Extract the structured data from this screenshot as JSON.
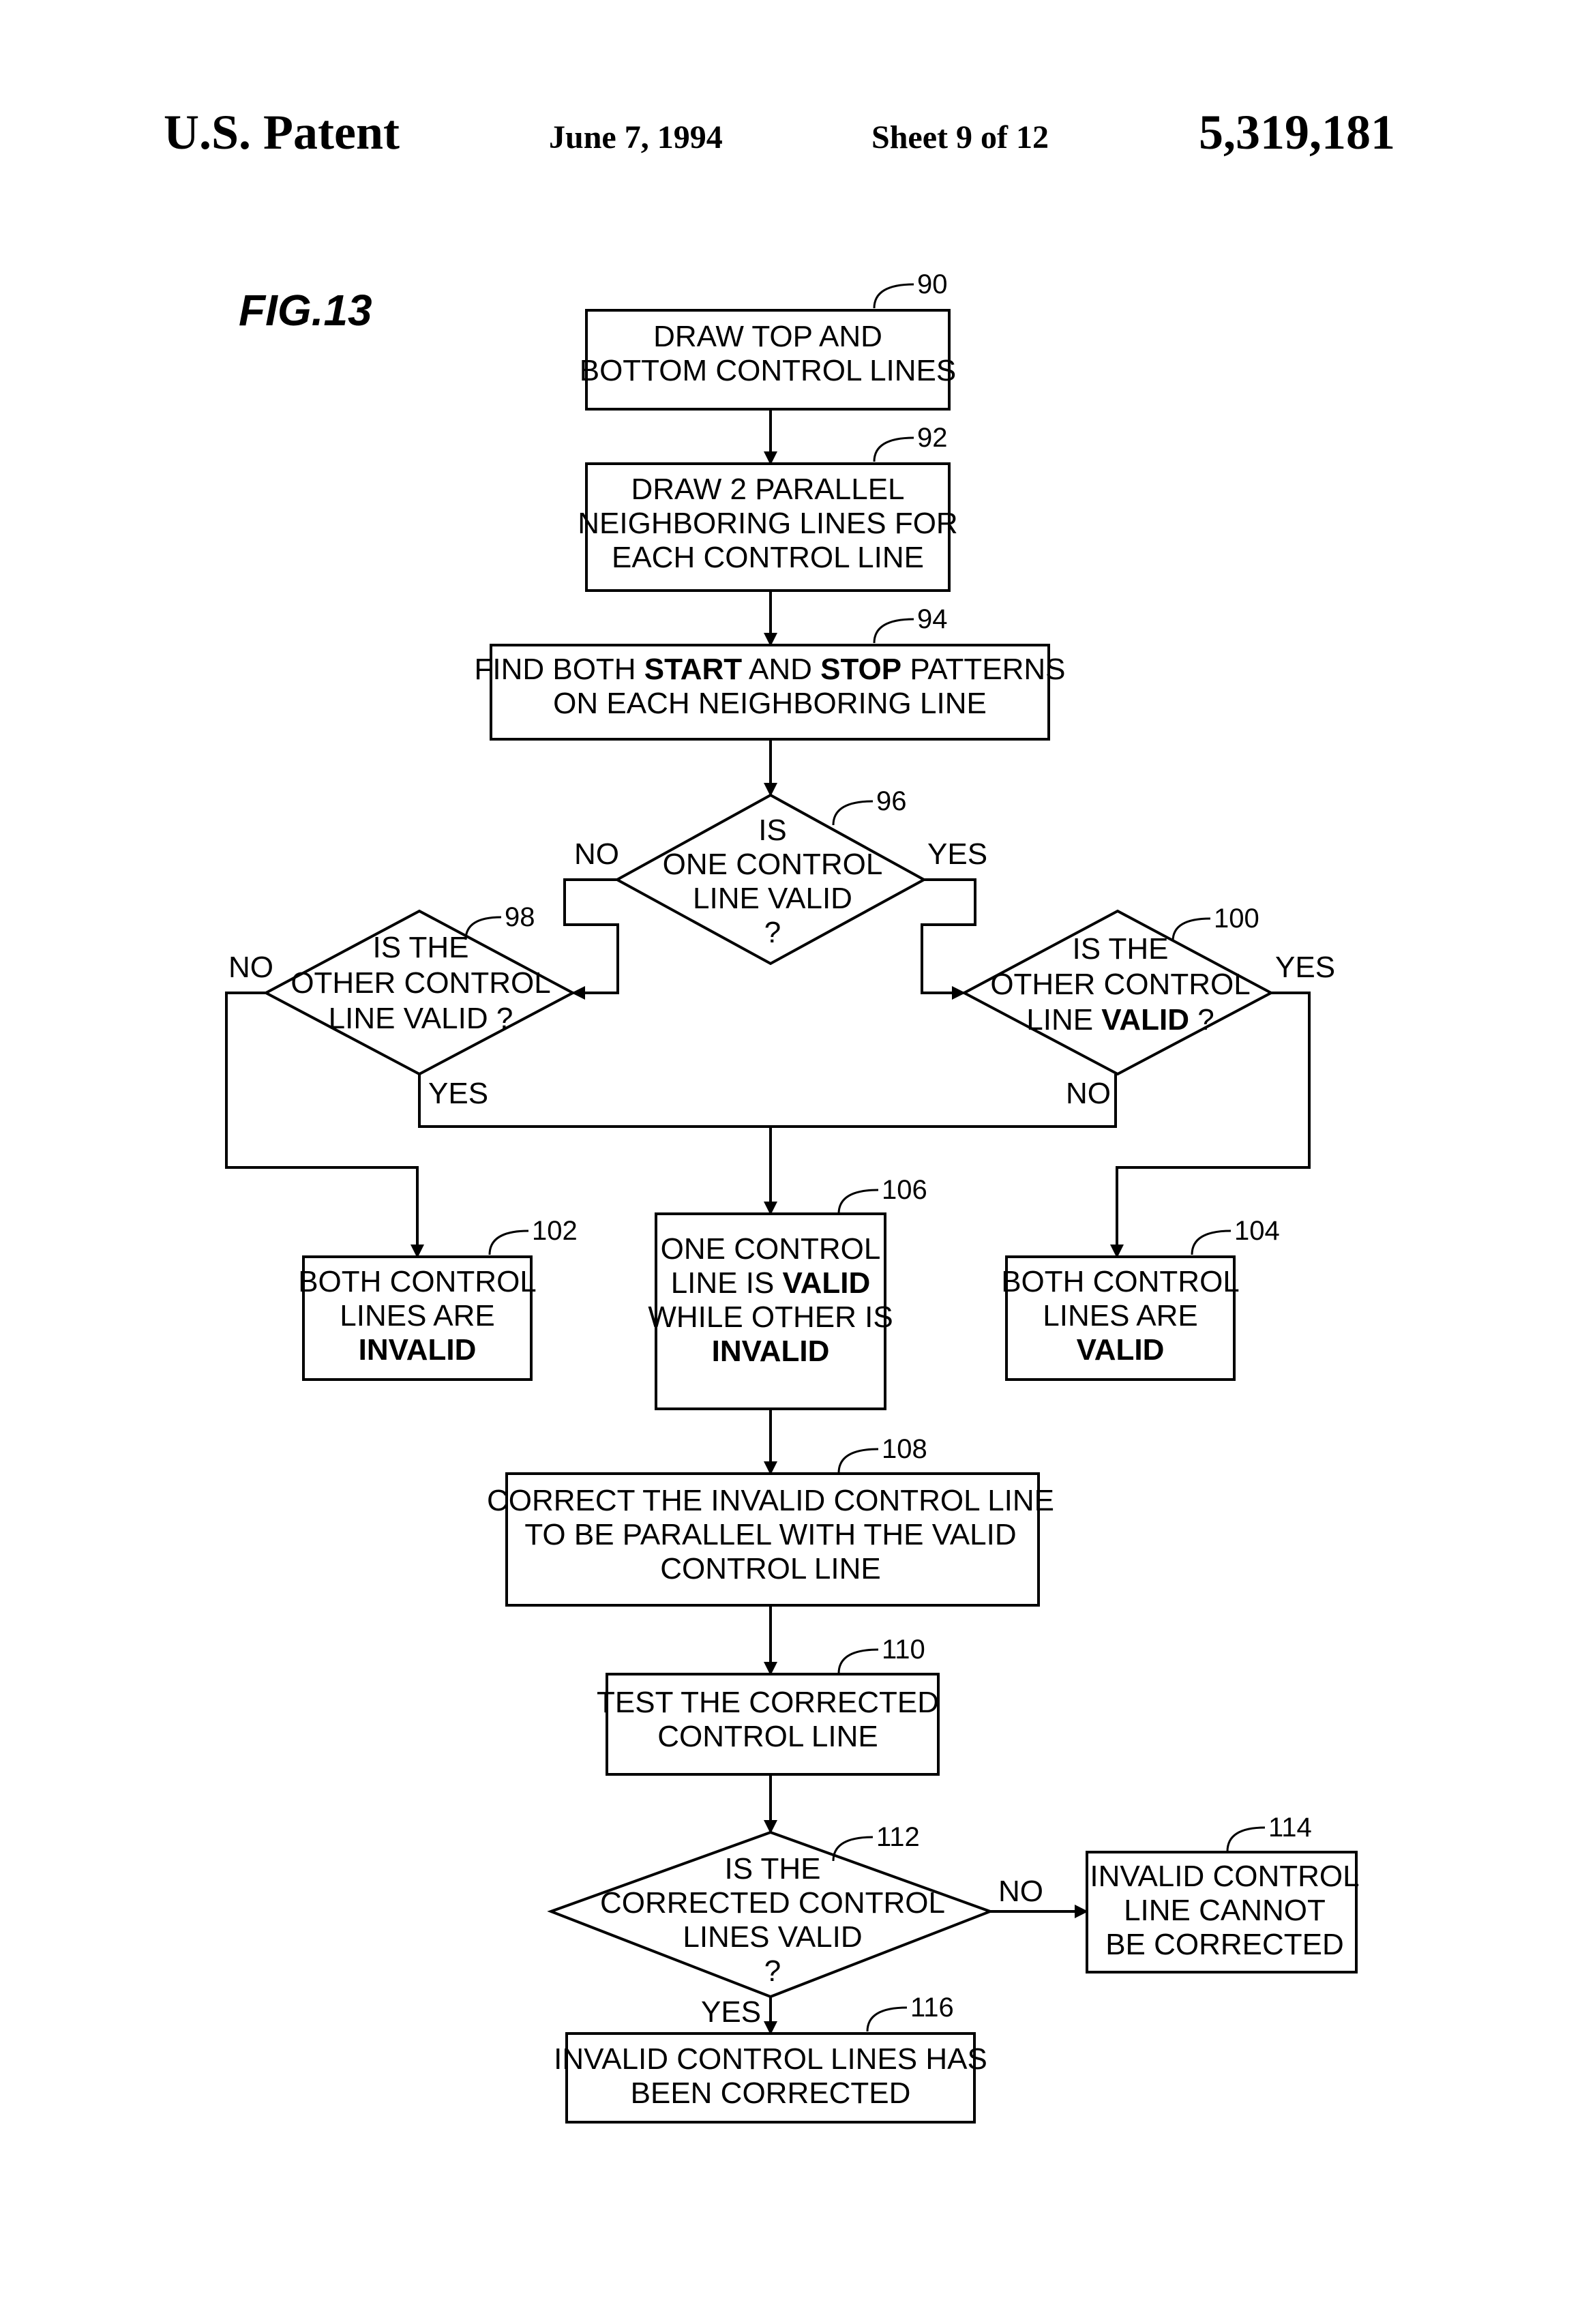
{
  "header": {
    "left": "U.S. Patent",
    "date": "June 7, 1994",
    "sheet": "Sheet 9 of 12",
    "patent_number": "5,319,181"
  },
  "figure_label": "FIG.13",
  "nodes": {
    "n90": {
      "ref": "90",
      "lines": [
        [
          [
            "DRAW TOP AND",
            false
          ]
        ],
        [
          [
            "BOTTOM CONTROL LINES",
            false
          ]
        ]
      ]
    },
    "n92": {
      "ref": "92",
      "lines": [
        [
          [
            "DRAW 2 PARALLEL",
            false
          ]
        ],
        [
          [
            "NEIGHBORING LINES FOR",
            false
          ]
        ],
        [
          [
            "EACH CONTROL LINE",
            false
          ]
        ]
      ]
    },
    "n94": {
      "ref": "94",
      "lines": [
        [
          [
            "FIND BOTH ",
            false
          ],
          [
            "START",
            true
          ],
          [
            " AND ",
            false
          ],
          [
            "STOP",
            true
          ],
          [
            " PATTERNS",
            false
          ]
        ],
        [
          [
            "ON EACH NEIGHBORING LINE",
            false
          ]
        ]
      ]
    },
    "n96": {
      "ref": "96",
      "lines": [
        [
          [
            "IS",
            false
          ]
        ],
        [
          [
            "ONE CONTROL",
            false
          ]
        ],
        [
          [
            "LINE VALID",
            false
          ]
        ],
        [
          [
            "?",
            false
          ]
        ]
      ]
    },
    "n98": {
      "ref": "98",
      "lines": [
        [
          [
            "IS THE",
            false
          ]
        ],
        [
          [
            "OTHER CONTROL",
            false
          ]
        ],
        [
          [
            "LINE VALID ?",
            false
          ]
        ]
      ]
    },
    "n100": {
      "ref": "100",
      "lines": [
        [
          [
            "IS THE",
            false
          ]
        ],
        [
          [
            "OTHER CONTROL",
            false
          ]
        ],
        [
          [
            "LINE ",
            false
          ],
          [
            "VALID",
            true
          ],
          [
            " ?",
            false
          ]
        ]
      ]
    },
    "n102": {
      "ref": "102",
      "lines": [
        [
          [
            "BOTH CONTROL",
            false
          ]
        ],
        [
          [
            "LINES ARE",
            false
          ]
        ],
        [
          [
            "INVALID",
            true
          ]
        ]
      ]
    },
    "n104": {
      "ref": "104",
      "lines": [
        [
          [
            "BOTH CONTROL",
            false
          ]
        ],
        [
          [
            "LINES ARE",
            false
          ]
        ],
        [
          [
            "VALID",
            true
          ]
        ]
      ]
    },
    "n106": {
      "ref": "106",
      "lines": [
        [
          [
            "ONE CONTROL",
            false
          ]
        ],
        [
          [
            "LINE IS ",
            false
          ],
          [
            "VALID",
            true
          ]
        ],
        [
          [
            "WHILE OTHER IS",
            false
          ]
        ],
        [
          [
            "INVALID",
            true
          ]
        ]
      ]
    },
    "n108": {
      "ref": "108",
      "lines": [
        [
          [
            "CORRECT THE INVALID CONTROL LINE",
            false
          ]
        ],
        [
          [
            "TO BE PARALLEL WITH THE VALID",
            false
          ]
        ],
        [
          [
            "CONTROL LINE",
            false
          ]
        ]
      ]
    },
    "n110": {
      "ref": "110",
      "lines": [
        [
          [
            "TEST THE CORRECTED",
            false
          ]
        ],
        [
          [
            "CONTROL LINE",
            false
          ]
        ]
      ]
    },
    "n112": {
      "ref": "112",
      "lines": [
        [
          [
            "IS THE",
            false
          ]
        ],
        [
          [
            "CORRECTED CONTROL",
            false
          ]
        ],
        [
          [
            "LINES VALID",
            false
          ]
        ],
        [
          [
            "?",
            false
          ]
        ]
      ]
    },
    "n114": {
      "ref": "114",
      "lines": [
        [
          [
            "INVALID CONTROL",
            false
          ]
        ],
        [
          [
            "LINE CANNOT",
            false
          ]
        ],
        [
          [
            "BE CORRECTED",
            false
          ]
        ]
      ]
    },
    "n116": {
      "ref": "116",
      "lines": [
        [
          [
            "INVALID CONTROL LINES HAS",
            false
          ]
        ],
        [
          [
            "BEEN CORRECTED",
            false
          ]
        ]
      ]
    }
  },
  "edge_labels": {
    "no_96": "NO",
    "yes_96": "YES",
    "no_98": "NO",
    "yes_98": "YES",
    "yes_100": "YES",
    "no_100": "NO",
    "no_112": "NO",
    "yes_112": "YES"
  }
}
